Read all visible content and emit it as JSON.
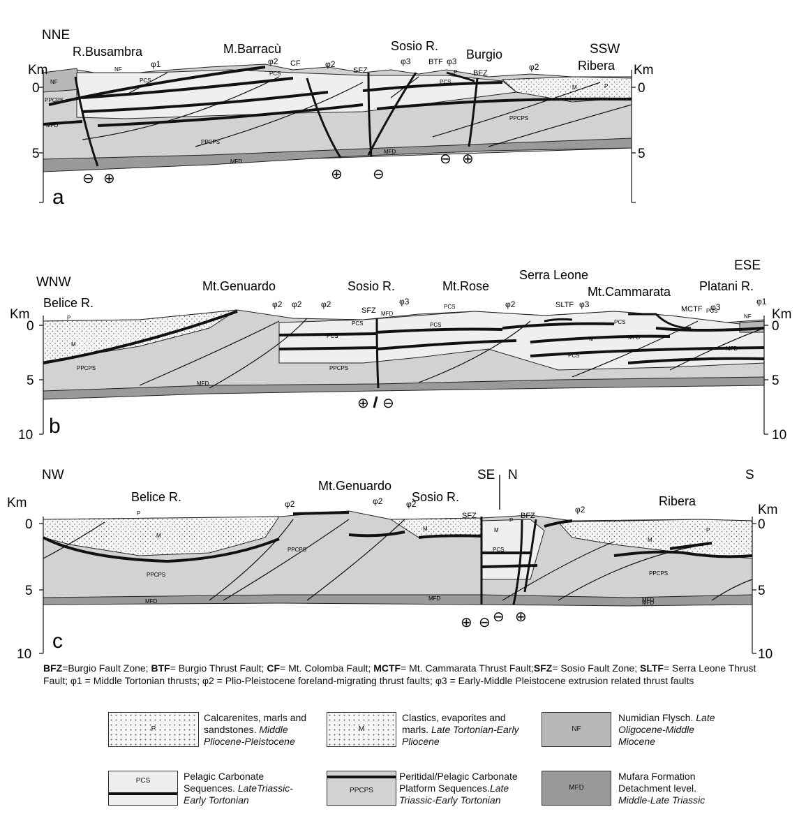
{
  "sections": {
    "a": {
      "panel_letter": "a",
      "unit": "Km",
      "left_dir": "NNE",
      "right_dir": "SSW",
      "km_ticks": [
        "0",
        "5"
      ],
      "places": [
        "R.Busambra",
        "M.Barracù",
        "Sosio R.",
        "Burgio",
        "Ribera"
      ],
      "faults": [
        "CF",
        "SFZ",
        "BTF",
        "BFZ"
      ],
      "unit_labels": [
        "NF",
        "NF",
        "PCS",
        "PCS",
        "PCS",
        "P",
        "M",
        "P",
        "PPCPS",
        "PPCPS",
        "PPCPS",
        "MFD",
        "MFD",
        "MFD"
      ],
      "thrust_labels": [
        "φ1",
        "φ2",
        "φ2",
        "φ3",
        "φ3",
        "φ2"
      ],
      "motion_symbols": [
        "⊖",
        "⊕",
        "⊕",
        "⊖",
        "⊖",
        "⊕"
      ]
    },
    "b": {
      "panel_letter": "b",
      "unit": "Km",
      "left_dir": "WNW",
      "right_dir": "ESE",
      "km_ticks": [
        "0",
        "5",
        "10"
      ],
      "places": [
        "Belice R.",
        "Mt.Genuardo",
        "Sosio R.",
        "Mt.Rose",
        "Serra Leone",
        "Mt.Cammarata",
        "Platani R."
      ],
      "faults": [
        "SFZ",
        "SLTF",
        "MCTF"
      ],
      "unit_labels": [
        "P",
        "M",
        "PPCPS",
        "MFD",
        "PCS",
        "PCS",
        "PPCPS",
        "MFD",
        "PCS",
        "PCS",
        "PCS",
        "M",
        "MFD",
        "PCS",
        "MFD",
        "NF",
        "PCS"
      ],
      "thrust_labels": [
        "φ2",
        "φ2",
        "φ2",
        "φ3",
        "φ2",
        "φ3",
        "φ3",
        "φ1"
      ],
      "motion_symbols": [
        "⊕",
        "⊖"
      ]
    },
    "c": {
      "panel_letter": "c",
      "unit": "Km",
      "left_dir": "NW",
      "mid_left_dir": "SE",
      "mid_right_dir": "N",
      "right_dir": "S",
      "km_ticks": [
        "0",
        "5",
        "10"
      ],
      "places": [
        "Belice R.",
        "Mt.Genuardo",
        "Sosio R.",
        "Ribera"
      ],
      "faults": [
        "SFZ",
        "BFZ"
      ],
      "unit_labels": [
        "P",
        "M",
        "PPCPS",
        "PPCPS",
        "MFD",
        "M",
        "M",
        "P",
        "PCS",
        "MFD",
        "MFD",
        "M",
        "P",
        "PPCPS",
        "MFD"
      ],
      "thrust_labels": [
        "φ2",
        "φ2",
        "φ2",
        "φ2"
      ],
      "motion_symbols": [
        "⊕",
        "⊖",
        "⊖",
        "⊕"
      ]
    }
  },
  "caption": [
    {
      "b": "BFZ",
      "t": "=Burgio Fault Zone; "
    },
    {
      "b": "BTF",
      "t": "= Burgio Thrust Fault; "
    },
    {
      "b": "CF",
      "t": "= Mt. Colomba Fault; "
    },
    {
      "b": "MCTF",
      "t": "= Mt. Cammarata Thrust Fault;"
    },
    {
      "b": "SFZ",
      "t": "= Sosio Fault Zone; "
    },
    {
      "b": "SLTF",
      "t": "= Serra Leone Thrust Fault;  φ1 = Middle Tortonian thrusts;  φ2 = Plio-Pleistocene foreland-migrating thrust faults;  φ3 = Early-Middle Pleistocene extrusion related thrust faults"
    }
  ],
  "legend": [
    {
      "code": "P",
      "text": "Calcarenites, marls and sandstones. ",
      "age": "Middle Pliocene-Pleistocene"
    },
    {
      "code": "M",
      "text": "Clastics, evaporites and marls. ",
      "age": "Late Tortonian-Early Pliocene"
    },
    {
      "code": "NF",
      "text": "Numidian Flysch. ",
      "age": "Late Oligocene-Middle Miocene"
    },
    {
      "code": "PCS",
      "text": "Pelagic Carbonate Sequences. ",
      "age": "LateTriassic-Early Tortonian"
    },
    {
      "code": "PPCPS",
      "text": "Peritidal/Pelagic Carbonate Platform Sequences.",
      "age": "Late Triassic-Early Tortonian"
    },
    {
      "code": "MFD",
      "text": "Mufara Formation Detachment level. ",
      "age": "Middle-Late Triassic"
    }
  ],
  "colors": {
    "ppcps": "#d2d2d2",
    "pcs": "#efefef",
    "mfd": "#9a9a9a",
    "nf": "#b8b8b8",
    "dotted": "#f4f4f4"
  }
}
